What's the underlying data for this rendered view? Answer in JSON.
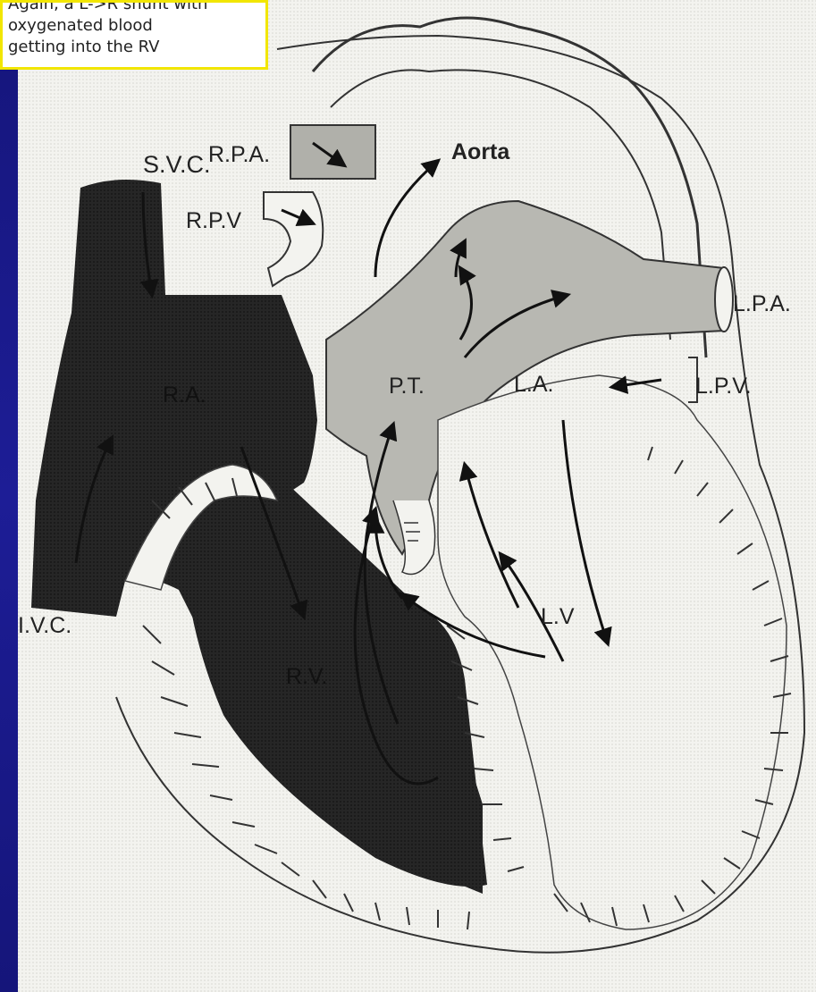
{
  "note": {
    "lines": [
      "Again, a L->R shunt with",
      "oxygenated blood",
      "getting into the RV"
    ]
  },
  "labels": {
    "svc": "S.V.C.",
    "rpa": "R.P.A.",
    "aorta": "Aorta",
    "rpv": "R.P.V",
    "lpa": "L.P.A.",
    "ra": "R.A.",
    "pt": "P.T.",
    "la": "L.A.",
    "lpv": "L.P.V.",
    "lv": "L.V",
    "ivc": "I.V.C.",
    "rv": "R.V."
  },
  "colors": {
    "frame": "#1a1a8c",
    "note_border": "#f2e600",
    "paper": "#f2f2ee",
    "deoxygenated": "#232323",
    "mixed": "#b5b5b0"
  }
}
